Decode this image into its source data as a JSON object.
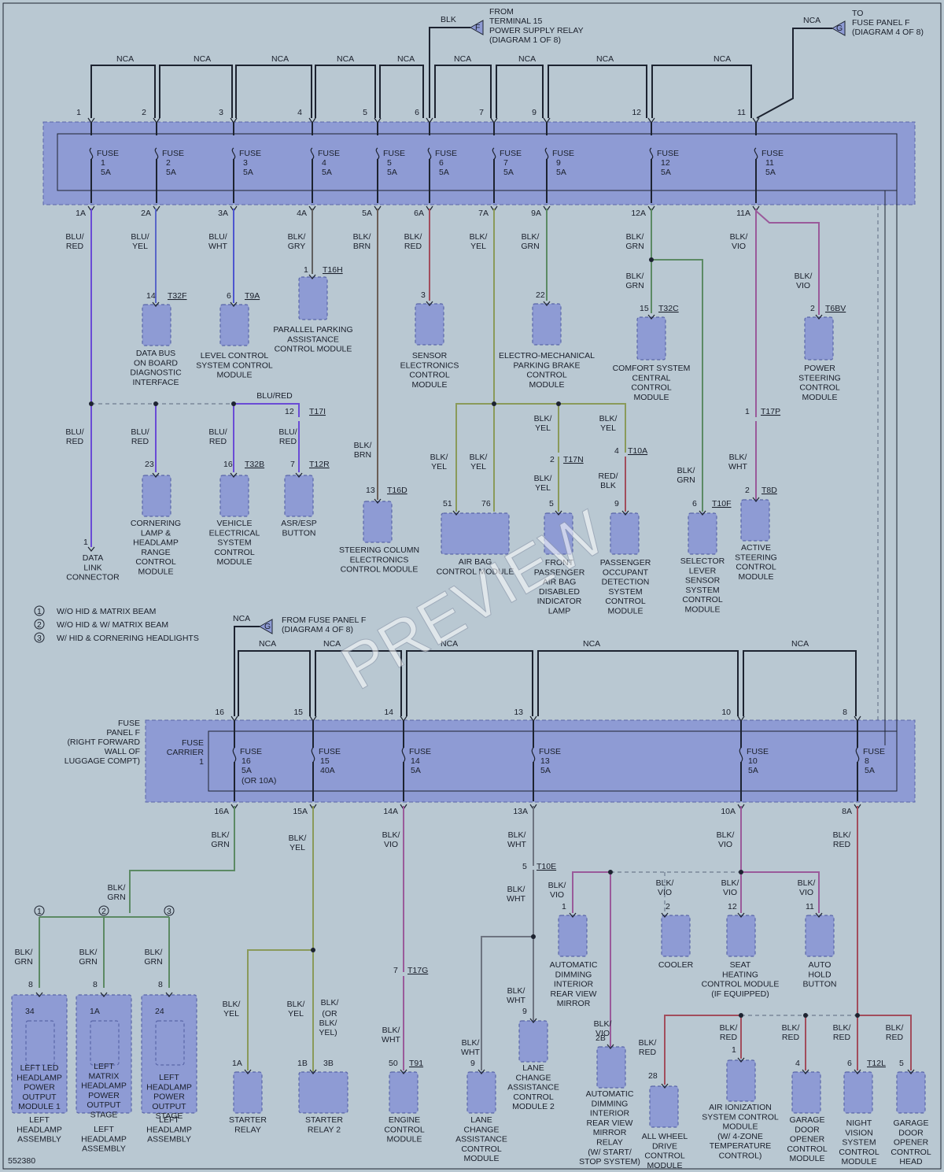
{
  "diagram_id": "552380",
  "watermark": "PREVIEW",
  "colors": {
    "background": "#b9c8d2",
    "panel": "#8e9bd4",
    "wire_black": "#1d2330",
    "wire_blue_red": "#6a4bd6",
    "wire_blu_yel": "#5966c8",
    "wire_blu_wht": "#4d55cf",
    "wire_blk_gry": "#606060",
    "wire_blk_brn": "#6b5e56",
    "wire_blk_red": "#a24d5c",
    "wire_blk_yel": "#8a9a5a",
    "wire_blk_grn": "#5c8a64",
    "wire_blk_vio": "#9a5a9a",
    "wire_blk_wht": "#6d7480"
  },
  "top": {
    "from_label": [
      "FROM",
      "TERMINAL 15",
      "POWER SUPPLY RELAY",
      "(DIAGRAM 1 OF 8)"
    ],
    "to_label": [
      "TO",
      "FUSE PANEL F",
      "(DIAGRAM 4 OF 8)"
    ],
    "blk": "BLK",
    "nca": "NCA",
    "connector_f": "F",
    "connector_g": "G",
    "fuse_word": "FUSE",
    "fuses": [
      {
        "pin": "1",
        "num": "1",
        "amp": "5A",
        "out": "1A"
      },
      {
        "pin": "2",
        "num": "2",
        "amp": "5A",
        "out": "2A"
      },
      {
        "pin": "3",
        "num": "3",
        "amp": "5A",
        "out": "3A"
      },
      {
        "pin": "4",
        "num": "4",
        "amp": "5A",
        "out": "4A"
      },
      {
        "pin": "5",
        "num": "5",
        "amp": "5A",
        "out": "5A"
      },
      {
        "pin": "6",
        "num": "6",
        "amp": "5A",
        "out": "6A"
      },
      {
        "pin": "7",
        "num": "7",
        "amp": "5A",
        "out": "7A"
      },
      {
        "pin": "9",
        "num": "9",
        "amp": "5A",
        "out": "9A"
      },
      {
        "pin": "12",
        "num": "12",
        "amp": "5A",
        "out": "12A"
      },
      {
        "pin": "11",
        "num": "11",
        "amp": "5A",
        "out": "11A"
      }
    ],
    "wire_labels": [
      "BLU/",
      "RED",
      "BLU/",
      "YEL",
      "BLU/",
      "WHT",
      "BLK/",
      "GRY",
      "BLK/",
      "BRN",
      "BLK/",
      "RED",
      "BLK/",
      "YEL",
      "BLK/",
      "GRN",
      "BLK/",
      "GRN",
      "BLK/",
      "VIO",
      "BLK/",
      "GRN",
      "BLK/",
      "VIO",
      "BLU/",
      "RED",
      "BLU/",
      "RED",
      "BLU/",
      "RED",
      "BLU/RED",
      "BLU/",
      "RED",
      "BLK/",
      "BRN",
      "BLK/",
      "YEL",
      "BLK/",
      "YEL",
      "BLK/",
      "YEL",
      "BLK/",
      "YEL",
      "BLK/",
      "YEL",
      "RED/",
      "BLK",
      "BLK/",
      "GRN",
      "BLK/",
      "WHT"
    ],
    "components": [
      {
        "pin": "14",
        "conn": "T32F",
        "lines": [
          "DATA BUS",
          "ON BOARD",
          "DIAGNOSTIC",
          "INTERFACE"
        ]
      },
      {
        "pin": "6",
        "conn": "T9A",
        "lines": [
          "LEVEL CONTROL",
          "SYSTEM CONTROL",
          "MODULE"
        ]
      },
      {
        "pin": "1",
        "conn": "T16H",
        "lines": [
          "PARALLEL PARKING",
          "ASSISTANCE",
          "CONTROL MODULE"
        ]
      },
      {
        "pin": "3",
        "conn": "",
        "lines": [
          "SENSOR",
          "ELECTRONICS",
          "CONTROL",
          "MODULE"
        ]
      },
      {
        "pin": "22",
        "conn": "",
        "lines": [
          "ELECTRO-MECHANICAL",
          "PARKING BRAKE",
          "CONTROL",
          "MODULE"
        ]
      },
      {
        "pin": "15",
        "conn": "T32C",
        "lines": [
          "COMFORT SYSTEM",
          "CENTRAL",
          "CONTROL",
          "MODULE"
        ]
      },
      {
        "pin": "2",
        "conn": "T6BV",
        "lines": [
          "POWER",
          "STEERING",
          "CONTROL",
          "MODULE"
        ]
      },
      {
        "pin": "1",
        "conn": "",
        "lines": [
          "DATA",
          "LINK",
          "CONNECTOR"
        ]
      },
      {
        "pin": "23",
        "conn": "",
        "lines": [
          "CORNERING",
          "LAMP &",
          "HEADLAMP",
          "RANGE",
          "CONTROL",
          "MODULE"
        ]
      },
      {
        "pin": "16",
        "conn": "T32B",
        "lines": [
          "VEHICLE",
          "ELECTRICAL",
          "SYSTEM",
          "CONTROL",
          "MODULE"
        ]
      },
      {
        "pin": "7",
        "conn": "T12R",
        "lines": [
          "ASR/ESP",
          "BUTTON"
        ]
      },
      {
        "pin": "13",
        "conn": "T16D",
        "lines": [
          "STEERING COLUMN",
          "ELECTRONICS",
          "CONTROL MODULE"
        ]
      },
      {
        "pin": "51",
        "conn": "",
        "lines": [
          "AIR BAG",
          "CONTROL MODULE"
        ]
      },
      {
        "pin": "5",
        "conn": "",
        "lines": [
          "FRONT",
          "PASSENGER",
          "AIR BAG",
          "DISABLED",
          "INDICATOR",
          "LAMP"
        ]
      },
      {
        "pin": "9",
        "conn": "",
        "lines": [
          "PASSENGER",
          "OCCUPANT",
          "DETECTION",
          "SYSTEM",
          "CONTROL",
          "MODULE"
        ]
      },
      {
        "pin": "6",
        "conn": "T10F",
        "lines": [
          "SELECTOR",
          "LEVER",
          "SENSOR",
          "SYSTEM",
          "CONTROL",
          "MODULE"
        ]
      },
      {
        "pin": "2",
        "conn": "T8D",
        "lines": [
          "ACTIVE",
          "STEERING",
          "CONTROL",
          "MODULE"
        ]
      }
    ],
    "extra_pins": [
      "12",
      "T17I",
      "76",
      "2",
      "T17N",
      "4",
      "T10A",
      "1",
      "T17P"
    ],
    "notes": [
      {
        "n": "1",
        "text": "W/O HID & MATRIX BEAM"
      },
      {
        "n": "2",
        "text": "W/O HID & W/ MATRIX BEAM"
      },
      {
        "n": "3",
        "text": "W/ HID & CORNERING HEADLIGHTS"
      }
    ]
  },
  "bottom": {
    "from_label": [
      "FROM FUSE PANEL F",
      "(DIAGRAM 4 OF 8)"
    ],
    "panel_label": [
      "FUSE",
      "PANEL F",
      "(RIGHT FORWARD",
      "WALL OF",
      "LUGGAGE COMPT)"
    ],
    "carrier_label": [
      "FUSE",
      "CARRIER",
      "1"
    ],
    "fuses": [
      {
        "pin": "16",
        "num": "16",
        "amp": "5A",
        "extra": "(OR 10A)",
        "out": "16A"
      },
      {
        "pin": "15",
        "num": "15",
        "amp": "40A",
        "extra": "",
        "out": "15A"
      },
      {
        "pin": "14",
        "num": "14",
        "amp": "5A",
        "extra": "",
        "out": "14A"
      },
      {
        "pin": "13",
        "num": "13",
        "amp": "5A",
        "extra": "",
        "out": "13A"
      },
      {
        "pin": "10",
        "num": "10",
        "amp": "5A",
        "extra": "",
        "out": "10A"
      },
      {
        "pin": "8",
        "num": "8",
        "amp": "5A",
        "extra": "",
        "out": "8A"
      }
    ],
    "wire_labels": [
      "BLK/",
      "GRN",
      "BLK/",
      "YEL",
      "BLK/",
      "VIO",
      "BLK/",
      "WHT",
      "BLK/",
      "VIO",
      "BLK/",
      "RED",
      "BLK/",
      "GRN",
      "BLK/",
      "GRN",
      "BLK/",
      "GRN",
      "BLK/",
      "GRN",
      "BLK/",
      "YEL",
      "BLK/",
      "YEL",
      "BLK/",
      "(OR",
      "BLK/",
      "YEL)",
      "BLK/",
      "WHT",
      "BLK/",
      "WHT",
      "BLK/",
      "WHT",
      "BLK/",
      "WHT",
      "BLK/",
      "VIO",
      "BLK/",
      "VIO",
      "BLK/",
      "VIO",
      "BLK/",
      "VIO",
      "BLK/",
      "VIO",
      "BLK/",
      "RED",
      "BLK/",
      "RED",
      "BLK/",
      "RED",
      "BLK/",
      "RED",
      "BLK/",
      "RED"
    ],
    "components": [
      {
        "pin": "34",
        "lines": [
          "LEFT LED",
          "HEADLAMP",
          "POWER",
          "OUTPUT",
          "MODULE 1"
        ],
        "asm": [
          "LEFT",
          "HEADLAMP",
          "ASSEMBLY"
        ]
      },
      {
        "pin": "1A",
        "lines": [
          "LEFT",
          "MATRIX",
          "HEADLAMP",
          "POWER",
          "OUTPUT",
          "STAGE"
        ],
        "asm": [
          "LEFT",
          "HEADLAMP",
          "ASSEMBLY"
        ]
      },
      {
        "pin": "24",
        "lines": [
          "LEFT",
          "HEADLAMP",
          "POWER",
          "OUTPUT",
          "STAGE"
        ],
        "asm": [
          "LEFT",
          "HEADLAMP",
          "ASSEMBLY"
        ]
      },
      {
        "pin": "1A",
        "lines": [
          "STARTER",
          "RELAY"
        ]
      },
      {
        "pin": "1B",
        "lines": [
          "STARTER",
          "RELAY 2"
        ]
      },
      {
        "pin": "50",
        "conn": "T91",
        "lines": [
          "ENGINE",
          "CONTROL",
          "MODULE"
        ]
      },
      {
        "pin": "9",
        "lines": [
          "LANE",
          "CHANGE",
          "ASSISTANCE",
          "CONTROL",
          "MODULE"
        ]
      },
      {
        "pin": "9",
        "lines": [
          "LANE",
          "CHANGE",
          "ASSISTANCE",
          "CONTROL",
          "MODULE 2"
        ]
      },
      {
        "pin": "1",
        "lines": [
          "AUTOMATIC",
          "DIMMING",
          "INTERIOR",
          "REAR VIEW",
          "MIRROR"
        ]
      },
      {
        "pin": "2B",
        "lines": [
          "AUTOMATIC",
          "DIMMING",
          "INTERIOR",
          "REAR VIEW",
          "MIRROR",
          "RELAY",
          "(W/ START/",
          "STOP SYSTEM)"
        ]
      },
      {
        "pin": "2",
        "lines": [
          "COOLER"
        ]
      },
      {
        "pin": "12",
        "lines": [
          "SEAT",
          "HEATING",
          "CONTROL MODULE",
          "(IF EQUIPPED)"
        ]
      },
      {
        "pin": "11",
        "lines": [
          "AUTO",
          "HOLD",
          "BUTTON"
        ]
      },
      {
        "pin": "28",
        "lines": [
          "ALL WHEEL",
          "DRIVE",
          "CONTROL",
          "MODULE"
        ]
      },
      {
        "pin": "1",
        "lines": [
          "AIR IONIZATION",
          "SYSTEM CONTROL",
          "MODULE",
          "(W/ 4-ZONE",
          "TEMPERATURE",
          "CONTROL)"
        ]
      },
      {
        "pin": "4",
        "lines": [
          "GARAGE",
          "DOOR",
          "OPENER",
          "CONTROL",
          "MODULE"
        ]
      },
      {
        "pin": "6",
        "conn": "T12L",
        "lines": [
          "NIGHT",
          "VISION",
          "SYSTEM",
          "CONTROL",
          "MODULE"
        ]
      },
      {
        "pin": "5",
        "lines": [
          "GARAGE",
          "DOOR",
          "OPENER",
          "CONTROL",
          "HEAD"
        ]
      }
    ],
    "extra_pins": [
      "8",
      "8",
      "8",
      "3B",
      "7",
      "T17G",
      "5",
      "T10E"
    ]
  }
}
